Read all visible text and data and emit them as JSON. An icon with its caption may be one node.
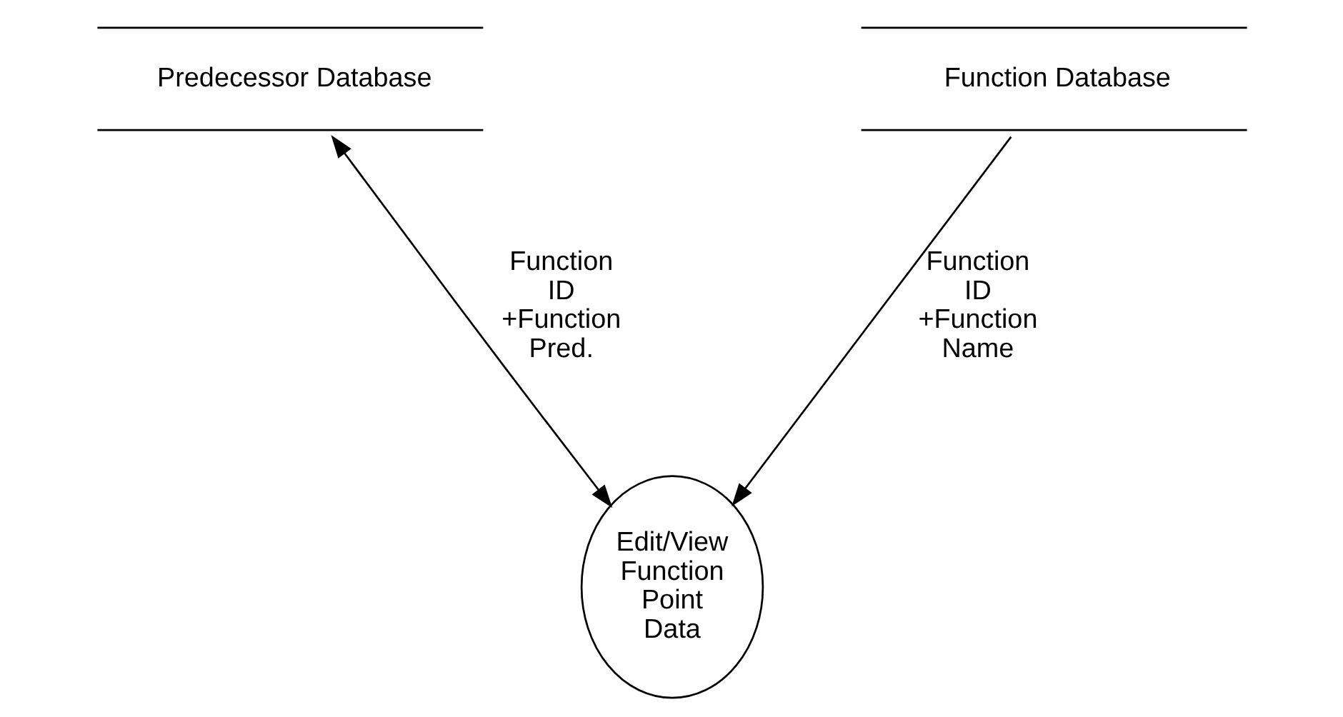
{
  "diagram": {
    "nodes": [
      {
        "text": [
          "Predecessor Database"
        ]
      },
      {
        "text": [
          "Function Database"
        ]
      },
      {
        "text": [
          "Edit/View Function Point Data"
        ]
      }
    ],
    "edges": [
      {
        "from": 0,
        "to": 2,
        "arrow": "both",
        "label": "Function ID +Function Pred."
      },
      {
        "from": 1,
        "to": 2,
        "arrow": "to",
        "label": "Function ID +Function Name"
      }
    ]
  }
}
